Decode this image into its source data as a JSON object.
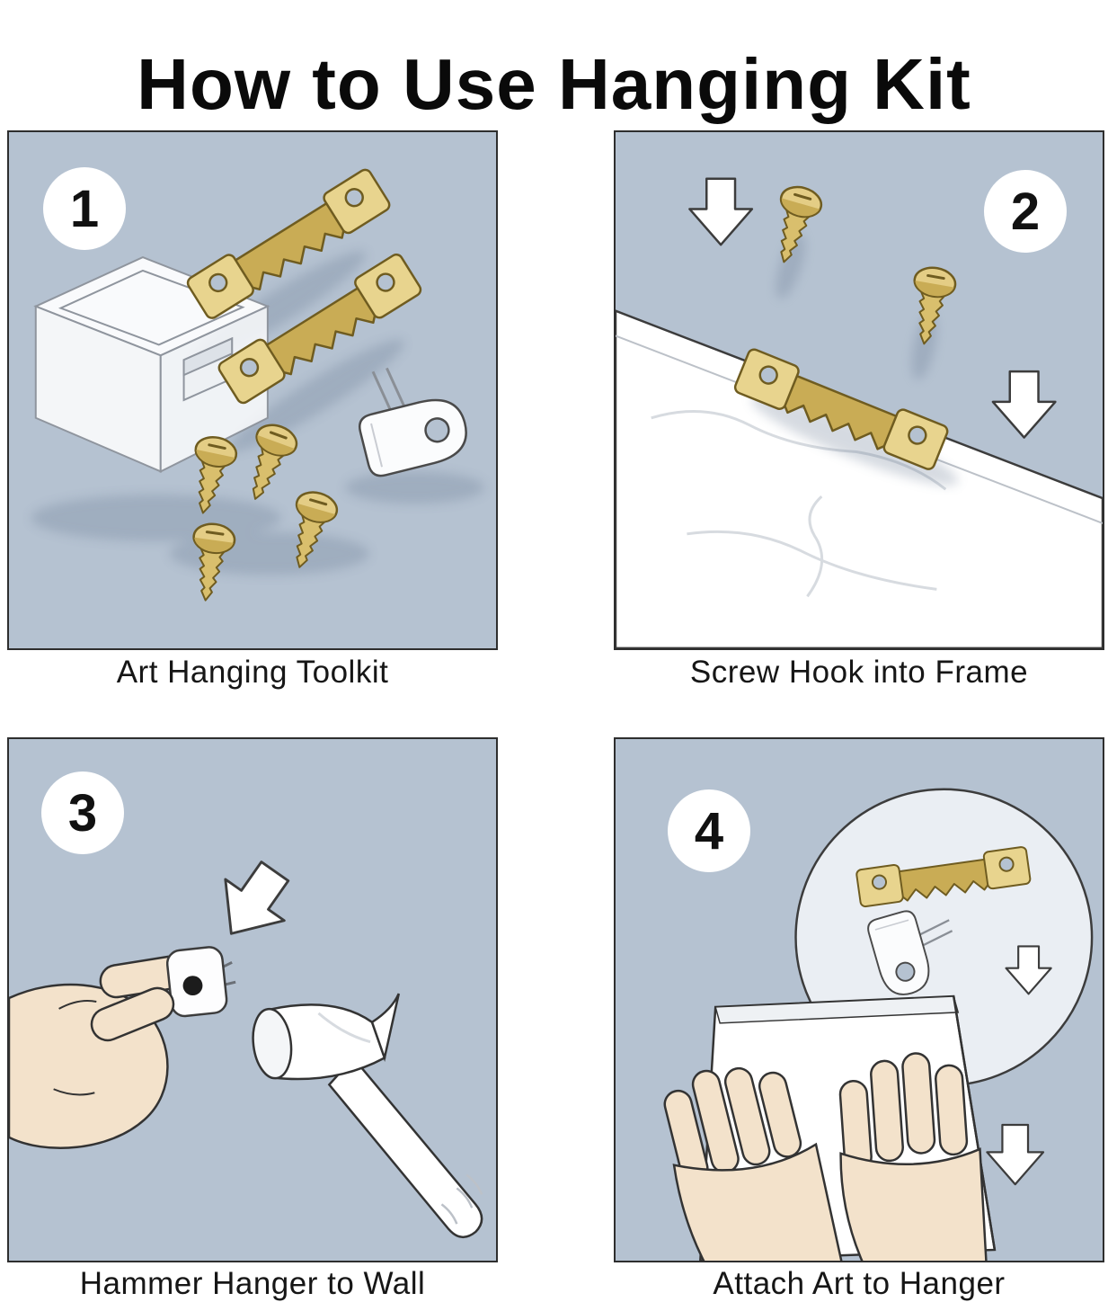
{
  "title": "How to Use Hanging Kit",
  "steps": [
    {
      "number": "1",
      "caption": "Art Hanging Toolkit"
    },
    {
      "number": "2",
      "caption": "Screw Hook into Frame"
    },
    {
      "number": "3",
      "caption": "Hammer Hanger to Wall"
    },
    {
      "number": "4",
      "caption": "Attach Art to Hanger"
    }
  ],
  "colors": {
    "panel_background": "#b5c2d1",
    "brass_light": "#e8d48e",
    "brass": "#d9bf6d",
    "brass_dark": "#c9ac55",
    "outline": "#2e2e2e",
    "skin": "#f3e2cb",
    "background": "#ffffff"
  }
}
